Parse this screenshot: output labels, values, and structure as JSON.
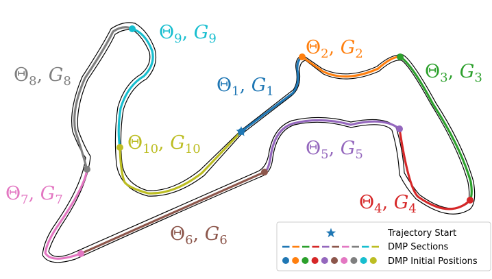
{
  "figure": {
    "sections": [
      {
        "id": 1,
        "color": "#1f77b4"
      },
      {
        "id": 2,
        "color": "#ff7f0e"
      },
      {
        "id": 3,
        "color": "#2ca02c"
      },
      {
        "id": 4,
        "color": "#d62728"
      },
      {
        "id": 5,
        "color": "#9467bd"
      },
      {
        "id": 6,
        "color": "#8c564b"
      },
      {
        "id": 7,
        "color": "#e377c2"
      },
      {
        "id": 8,
        "color": "#7f7f7f"
      },
      {
        "id": 9,
        "color": "#17becf"
      },
      {
        "id": 10,
        "color": "#bcbd22"
      }
    ],
    "label_symbols": {
      "theta": "Θ",
      "goal": "G",
      "separator": ", "
    }
  },
  "legend": {
    "start_label": "Trajectory Start",
    "sections_label": "DMP Sections",
    "initial_positions_label": "DMP Initial Positions",
    "start_marker": "star",
    "start_color": "#1f77b4"
  }
}
